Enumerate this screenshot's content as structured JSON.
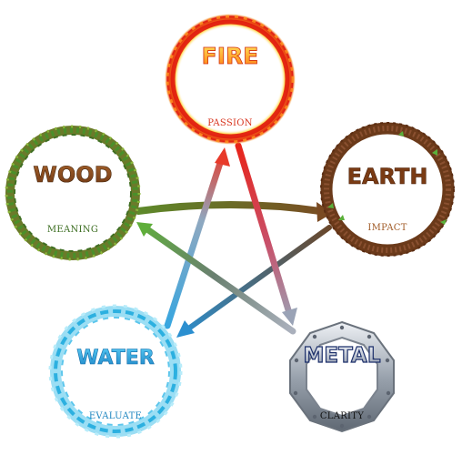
{
  "elements": {
    "fire": {
      "title": "FIRE",
      "subtitle": "PASSION",
      "color": "#e8241a"
    },
    "wood": {
      "title": "WOOD",
      "subtitle": "MEANING",
      "color": "#8a4a1c"
    },
    "earth": {
      "title": "EARTH",
      "subtitle": "IMPACT",
      "color": "#7a3b14"
    },
    "water": {
      "title": "WATER",
      "subtitle": "EVALUATE",
      "color": "#2aa7d8"
    },
    "metal": {
      "title": "METAL",
      "subtitle": "CLARITY",
      "color": "#1c2f6b"
    }
  }
}
